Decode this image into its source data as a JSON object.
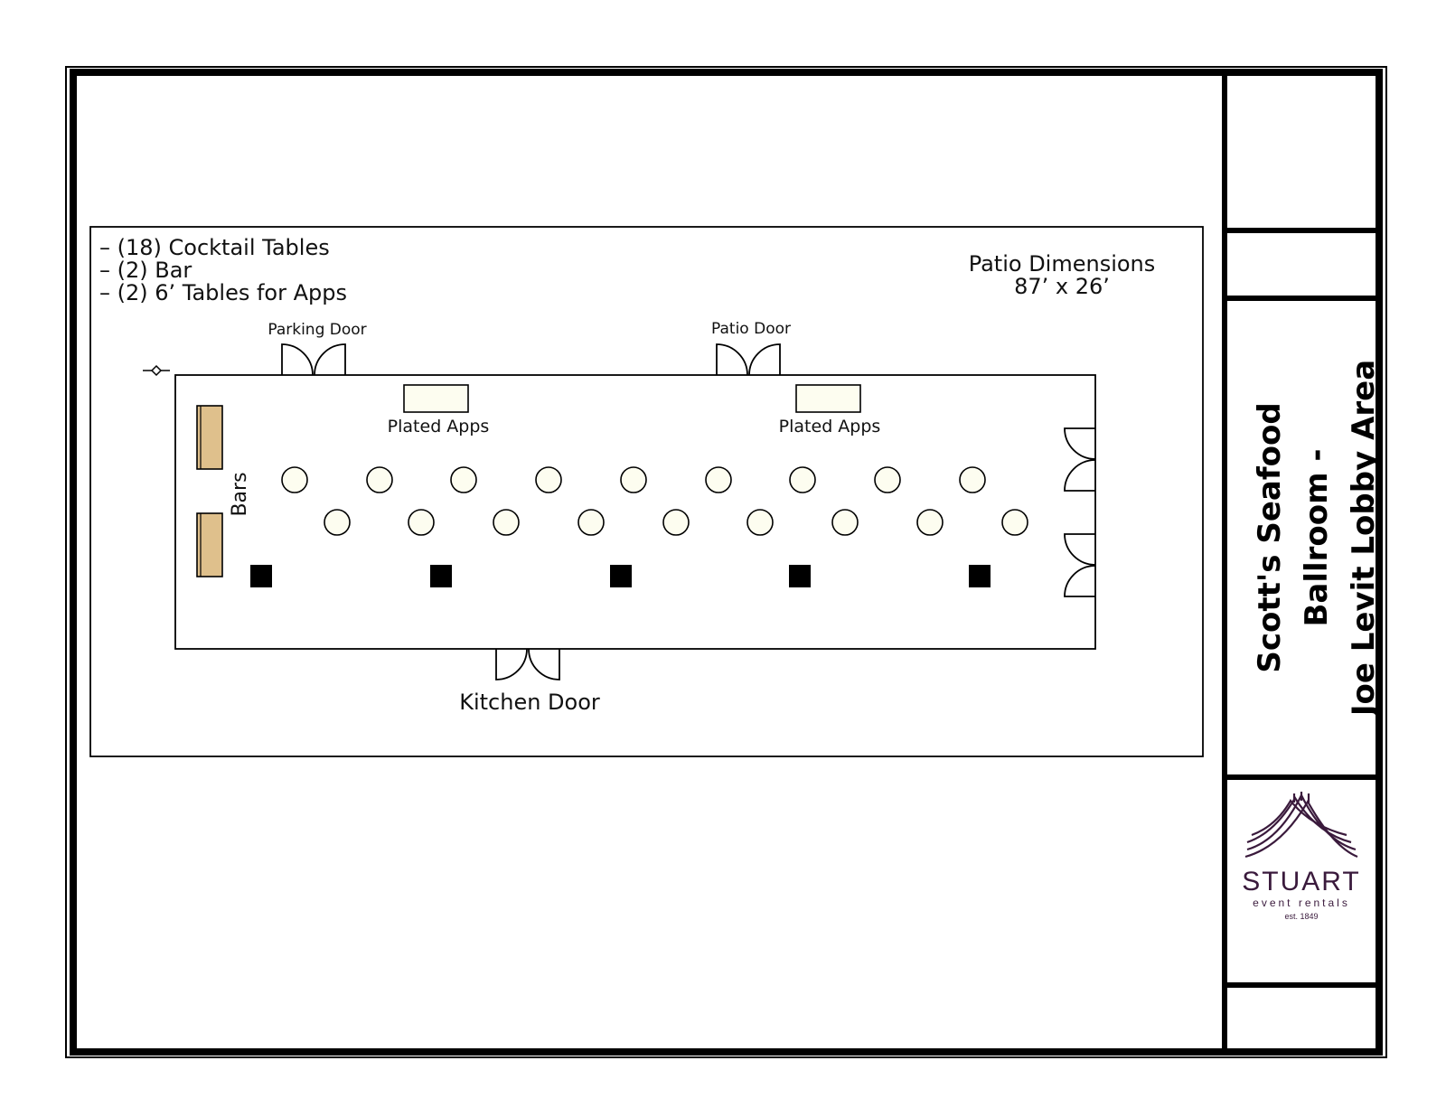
{
  "legend": {
    "lines": [
      "– (18) Cocktail Tables",
      "– (2) Bar",
      "– (2) 6’ Tables for Apps"
    ]
  },
  "dimensions": {
    "label": "Patio Dimensions",
    "value": "87’ x 26’"
  },
  "doors": {
    "parking": "Parking Door",
    "patio": "Patio Door",
    "kitchen": "Kitchen Door"
  },
  "apps": {
    "left_label": "Plated Apps",
    "right_label": "Plated Apps"
  },
  "bars_label": "Bars",
  "title_block": {
    "line1": "Scott's Seafood",
    "line2": "Ballroom -",
    "line3": "Joe Levit Lobby Area"
  },
  "logo": {
    "brand": "STUART",
    "tagline": "event rentals",
    "est": "est. 1849"
  },
  "colors": {
    "bar_fill": "#dfc08c",
    "table_fill": "#fdfdf0",
    "logo_purple": "#3a1a3c"
  },
  "counts": {
    "cocktail_tables": 18,
    "bars": 2,
    "app_tables": 2,
    "columns": 5
  }
}
